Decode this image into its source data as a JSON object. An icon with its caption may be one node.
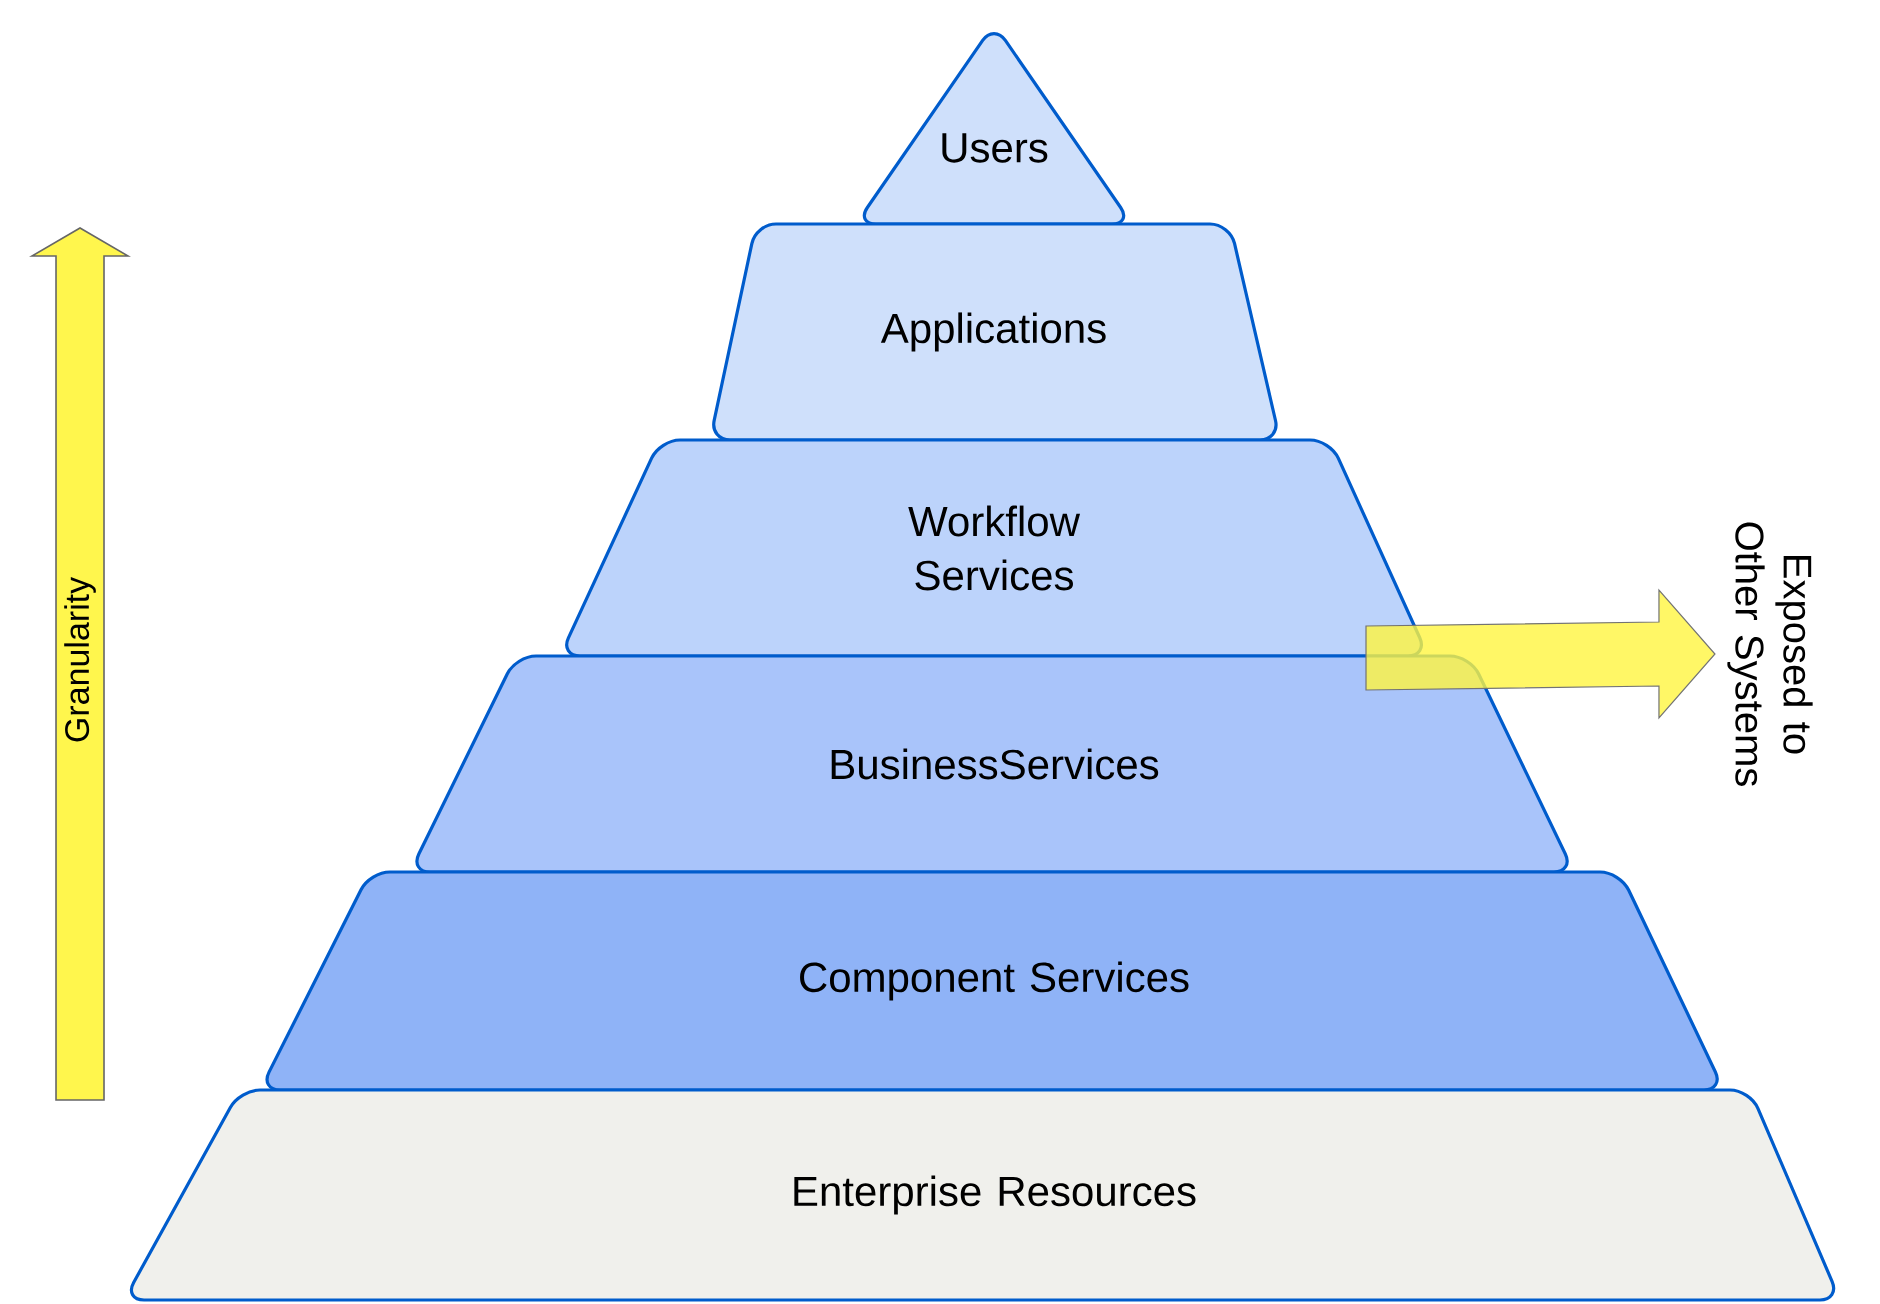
{
  "diagram": {
    "nodes": [
      {
        "text": [
          "Users"
        ]
      },
      {
        "text": [
          "Applications"
        ]
      },
      {
        "text": [
          "Workflow Services"
        ]
      },
      {
        "text": [
          "BusinessServices"
        ]
      },
      {
        "text": [
          "Component Services"
        ]
      },
      {
        "text": [
          "Enterprise Resources"
        ]
      },
      {
        "text": [
          "Exposed to Other Systems"
        ]
      }
    ],
    "edges": [
      {
        "from": 2,
        "to": 6,
        "arrow": "to"
      }
    ],
    "labels": [
      "Granularity"
    ]
  }
}
